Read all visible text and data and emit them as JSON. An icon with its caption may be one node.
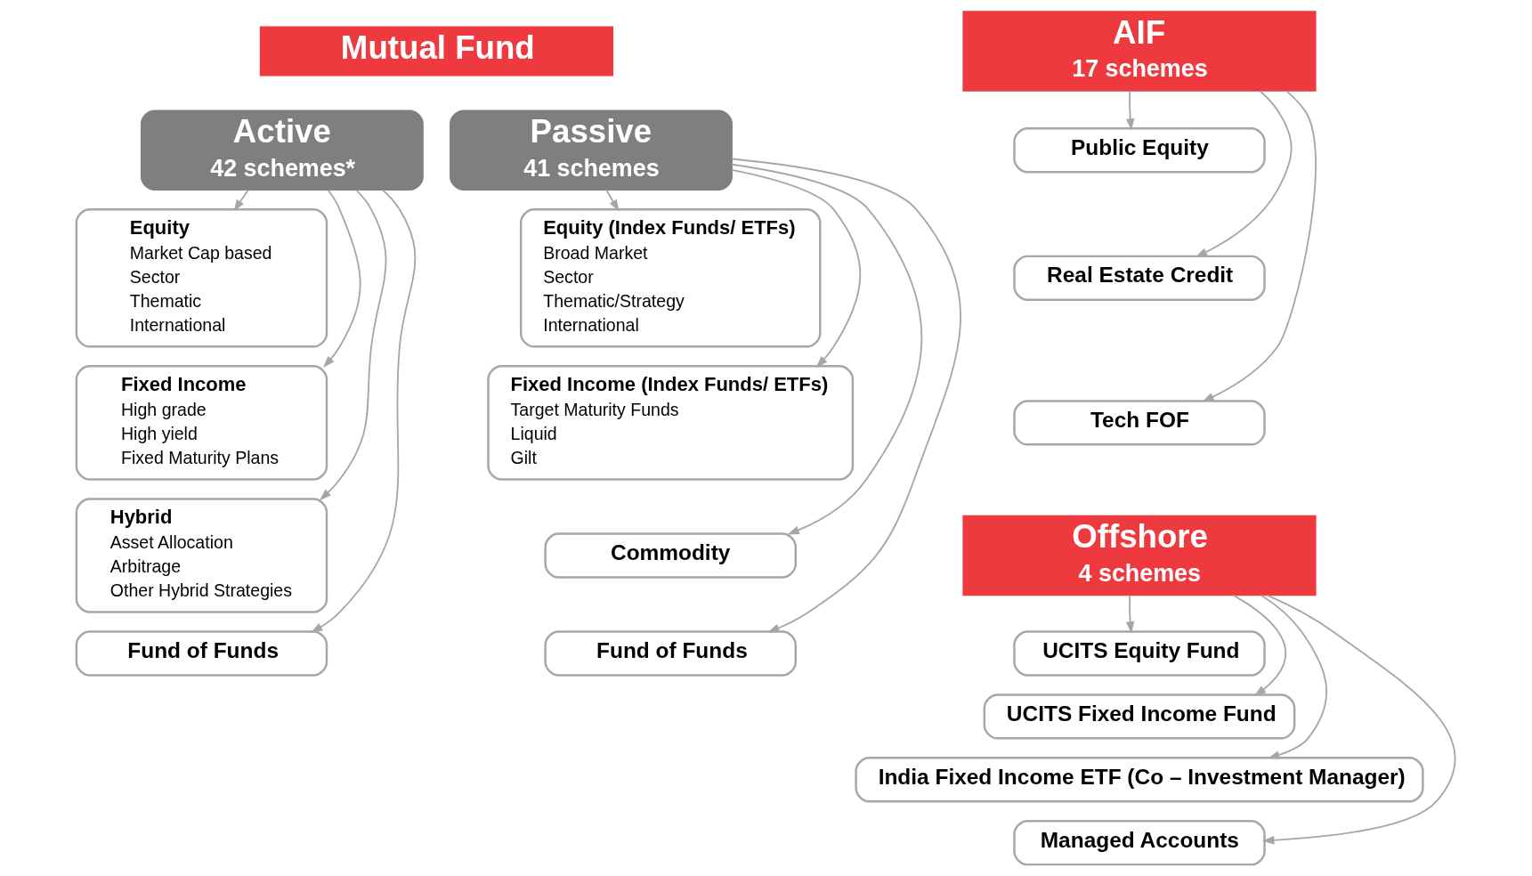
{
  "diagram": {
    "nodes": [
      {
        "text": [
          "Mutual Fund"
        ]
      },
      {
        "text": [
          "Active",
          "42 schemes*"
        ]
      },
      {
        "text": [
          "Equity",
          "Market Cap based",
          "Sector",
          "Thematic",
          "International"
        ]
      },
      {
        "text": [
          "Fixed Income",
          "High grade",
          "High yield",
          "Fixed Maturity Plans"
        ]
      },
      {
        "text": [
          "Hybrid",
          "Asset Allocation",
          "Arbitrage",
          "Other Hybrid Strategies"
        ]
      },
      {
        "text": [
          "Fund of Funds"
        ]
      },
      {
        "text": [
          "Passive",
          "41 schemes"
        ]
      },
      {
        "text": [
          "Equity (Index Funds/ ETFs)",
          "Broad Market",
          "Sector",
          "Thematic/Strategy",
          "International"
        ]
      },
      {
        "text": [
          "Fixed Income (Index Funds/ ETFs)",
          "Target Maturity Funds",
          "Liquid",
          "Gilt"
        ]
      },
      {
        "text": [
          "Commodity"
        ]
      },
      {
        "text": [
          "Fund of Funds"
        ]
      },
      {
        "text": [
          "AIF",
          "17 schemes"
        ]
      },
      {
        "text": [
          "Public Equity"
        ]
      },
      {
        "text": [
          "Real Estate Credit"
        ]
      },
      {
        "text": [
          "Tech FOF"
        ]
      },
      {
        "text": [
          "Offshore",
          "4 schemes"
        ]
      },
      {
        "text": [
          "UCITS Equity Fund"
        ]
      },
      {
        "text": [
          "UCITS Fixed Income Fund"
        ]
      },
      {
        "text": [
          "India Fixed Income ETF (Co – Investment Manager)"
        ]
      },
      {
        "text": [
          "Managed Accounts"
        ]
      }
    ],
    "edges": [
      {
        "from": 1,
        "to": 2,
        "arrow": "to"
      },
      {
        "from": 1,
        "to": 3,
        "arrow": "to"
      },
      {
        "from": 1,
        "to": 4,
        "arrow": "to"
      },
      {
        "from": 1,
        "to": 5,
        "arrow": "to"
      },
      {
        "from": 6,
        "to": 7,
        "arrow": "to"
      },
      {
        "from": 6,
        "to": 8,
        "arrow": "to"
      },
      {
        "from": 6,
        "to": 9,
        "arrow": "to"
      },
      {
        "from": 6,
        "to": 10,
        "arrow": "to"
      },
      {
        "from": 11,
        "to": 12,
        "arrow": "to"
      },
      {
        "from": 11,
        "to": 13,
        "arrow": "to"
      },
      {
        "from": 11,
        "to": 14,
        "arrow": "to"
      },
      {
        "from": 15,
        "to": 16,
        "arrow": "to"
      },
      {
        "from": 15,
        "to": 17,
        "arrow": "to"
      },
      {
        "from": 15,
        "to": 18,
        "arrow": "to"
      },
      {
        "from": 15,
        "to": 19,
        "arrow": "to"
      }
    ]
  }
}
